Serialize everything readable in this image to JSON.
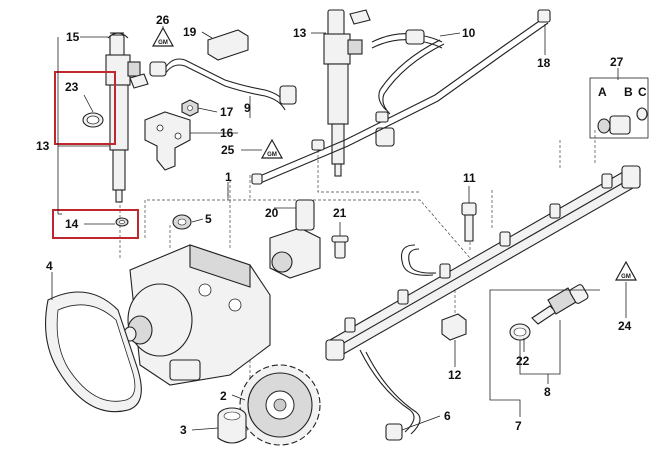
{
  "colors": {
    "highlight": "#c0262d",
    "ink": "#222222",
    "background": "#ffffff"
  },
  "labels": {
    "l15": "15",
    "l23": "23",
    "l13a": "13",
    "l14": "14",
    "l26": "26",
    "l19": "19",
    "l17": "17",
    "l9": "9",
    "l16": "16",
    "l25": "25",
    "l1": "1",
    "l5": "5",
    "l4": "4",
    "l20": "20",
    "l21": "21",
    "l13b": "13",
    "l10": "10",
    "l18": "18",
    "l27": "27",
    "lA": "A",
    "lB": "B",
    "lC": "C",
    "l11": "11",
    "l24": "24",
    "l22": "22",
    "l8": "8",
    "l12": "12",
    "l7": "7",
    "l6": "6",
    "l2": "2",
    "l3": "3"
  },
  "badges": {
    "symbol": "GM"
  }
}
